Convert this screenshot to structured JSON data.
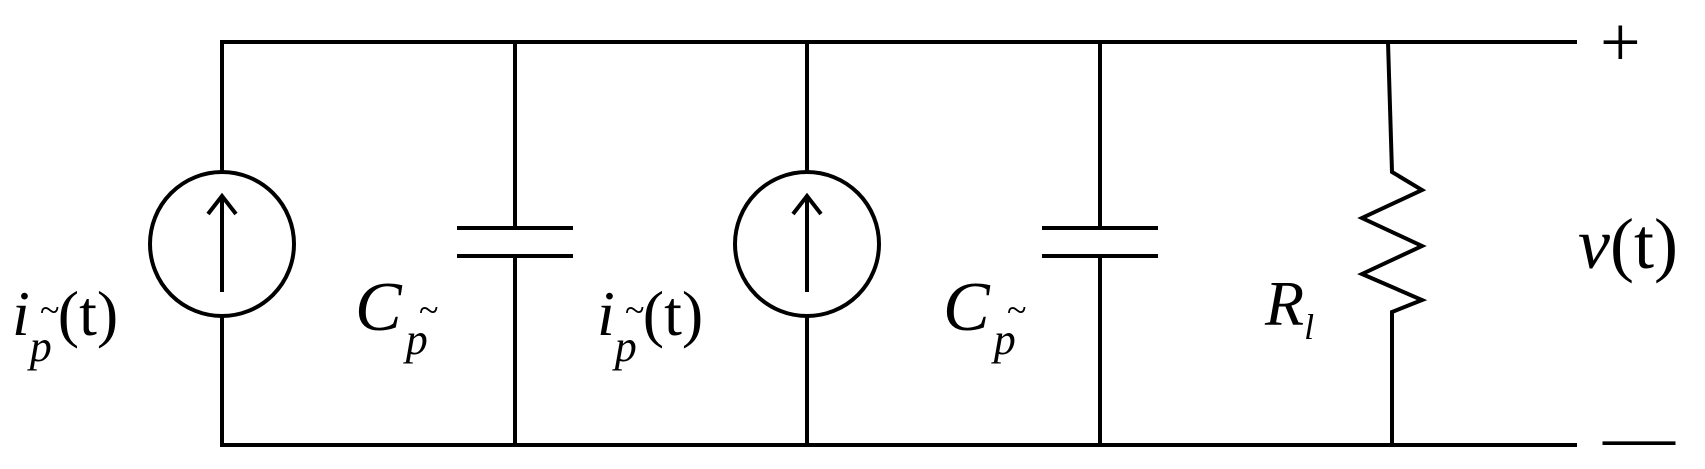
{
  "circuit": {
    "sources": [
      {
        "label": {
          "main": "i",
          "sub": "p",
          "tilde": "~",
          "args": "(t)"
        }
      },
      {
        "label": {
          "main": "i",
          "sub": "p",
          "tilde": "~",
          "args": "(t)"
        }
      }
    ],
    "capacitors": [
      {
        "label": {
          "main": "C",
          "sub": "p",
          "tilde": "~"
        }
      },
      {
        "label": {
          "main": "C",
          "sub": "p",
          "tilde": "~"
        }
      }
    ],
    "resistor": {
      "label": {
        "main": "R",
        "sub": "l"
      }
    },
    "output": {
      "voltage": {
        "main": "v",
        "args": "(t)"
      },
      "plus": "+",
      "minus": "—"
    },
    "icons": {
      "source_arrow": "arrow-up-icon"
    }
  }
}
